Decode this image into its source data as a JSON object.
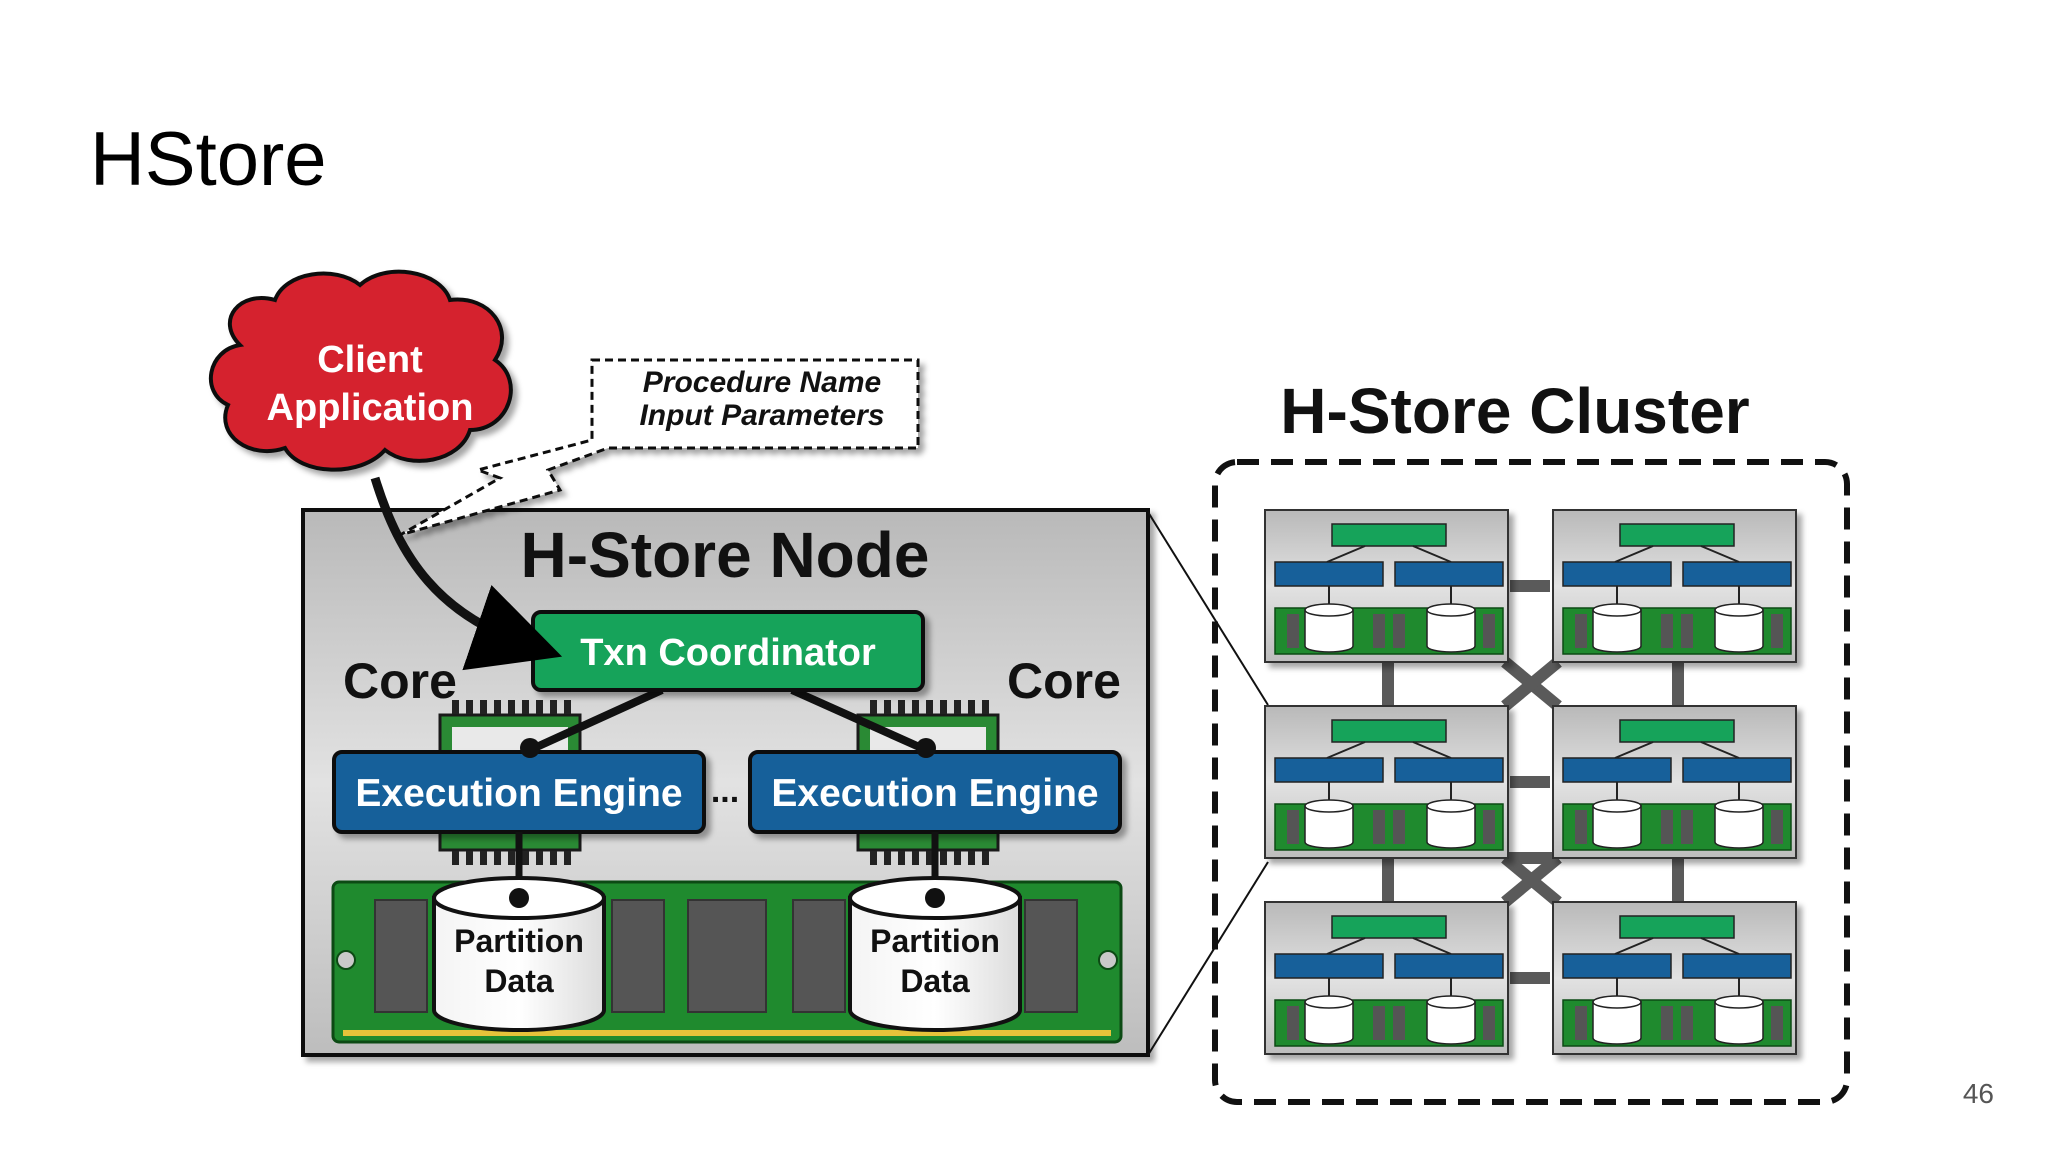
{
  "slide": {
    "title": "HStore",
    "page_number": "46"
  },
  "diagram": {
    "client": {
      "line1": "Client",
      "line2": "Application"
    },
    "request": {
      "line1": "Procedure Name",
      "line2": "Input Parameters"
    },
    "node": {
      "title": "H-Store Node",
      "coordinator": "Txn Coordinator",
      "core_left": "Core",
      "core_right": "Core",
      "engine_left": "Execution Engine",
      "engine_right": "Execution Engine",
      "ellipsis": "...",
      "partition_left": {
        "line1": "Partition",
        "line2": "Data"
      },
      "partition_right": {
        "line1": "Partition",
        "line2": "Data"
      }
    },
    "cluster": {
      "title": "H-Store Cluster",
      "node_count": 6
    },
    "colors": {
      "client_red": "#d5222f",
      "coordinator_green": "#16a35a",
      "engine_blue": "#17609a",
      "ram_green": "#1f8a2e",
      "node_gray": "#c9c9c9"
    }
  }
}
